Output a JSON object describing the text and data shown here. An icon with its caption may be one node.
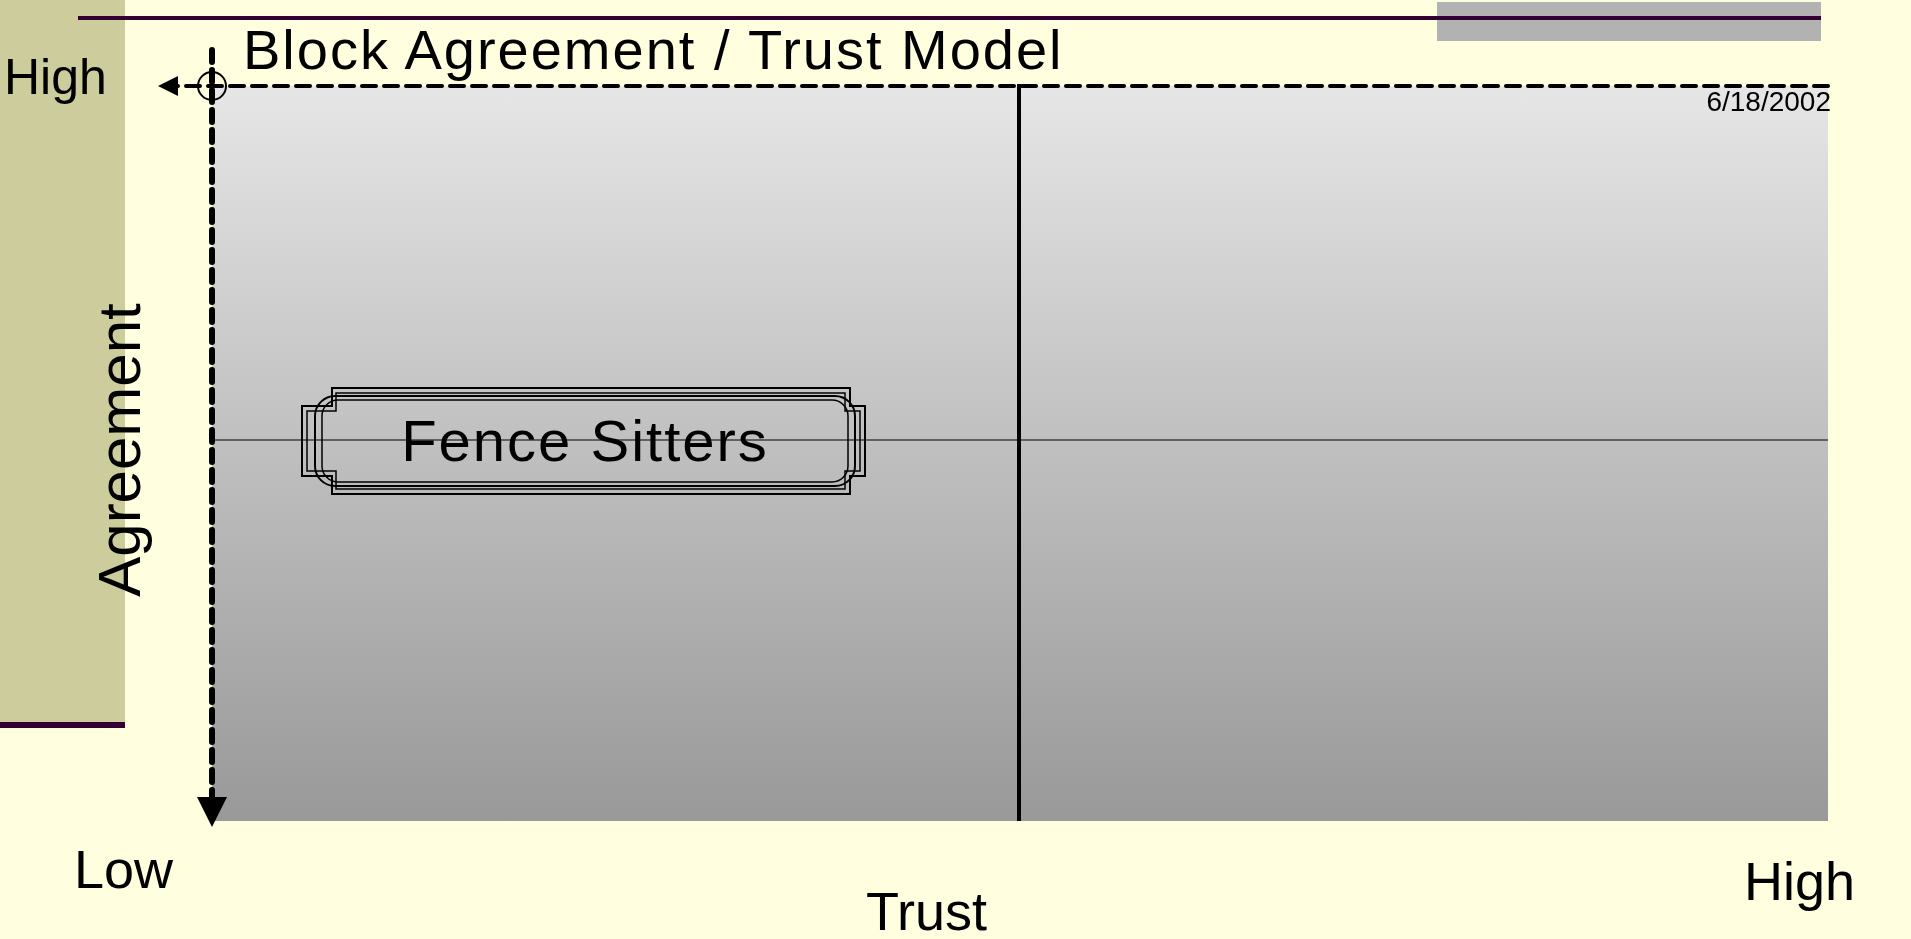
{
  "diagram": {
    "title": "Block Agreement / Trust Model",
    "nodes": [
      {
        "text": [
          "Fence Sitters"
        ]
      }
    ],
    "labels": [
      "High",
      "6/18/2002",
      "Agreement",
      "Low",
      "Trust",
      "High"
    ]
  }
}
